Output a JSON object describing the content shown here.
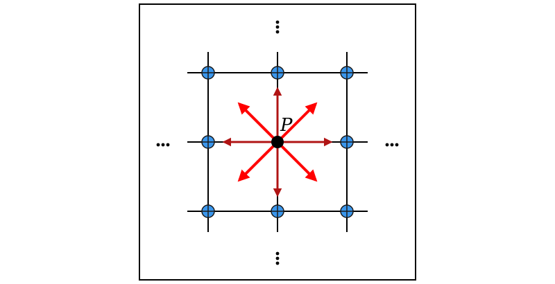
{
  "diagram": {
    "center_label": "P",
    "colors": {
      "frame": "#000000",
      "grid_line": "#000000",
      "node_fill": "#3a96ec",
      "node_stroke": "#1a1a1a",
      "center_node": "#000000",
      "arrow_dark": "#b01414",
      "arrow_bright": "#ff0000",
      "ellipsis": "#000000"
    },
    "grid": {
      "rows": 3,
      "cols": 3
    },
    "arrows": [
      {
        "direction": "north",
        "tone": "dark"
      },
      {
        "direction": "south",
        "tone": "dark"
      },
      {
        "direction": "east",
        "tone": "dark"
      },
      {
        "direction": "west",
        "tone": "dark"
      },
      {
        "direction": "north-east",
        "tone": "bright"
      },
      {
        "direction": "north-west",
        "tone": "bright"
      },
      {
        "direction": "south-east",
        "tone": "bright"
      },
      {
        "direction": "south-west",
        "tone": "bright"
      }
    ],
    "continuation_marks": [
      "top",
      "bottom",
      "left",
      "right"
    ]
  }
}
